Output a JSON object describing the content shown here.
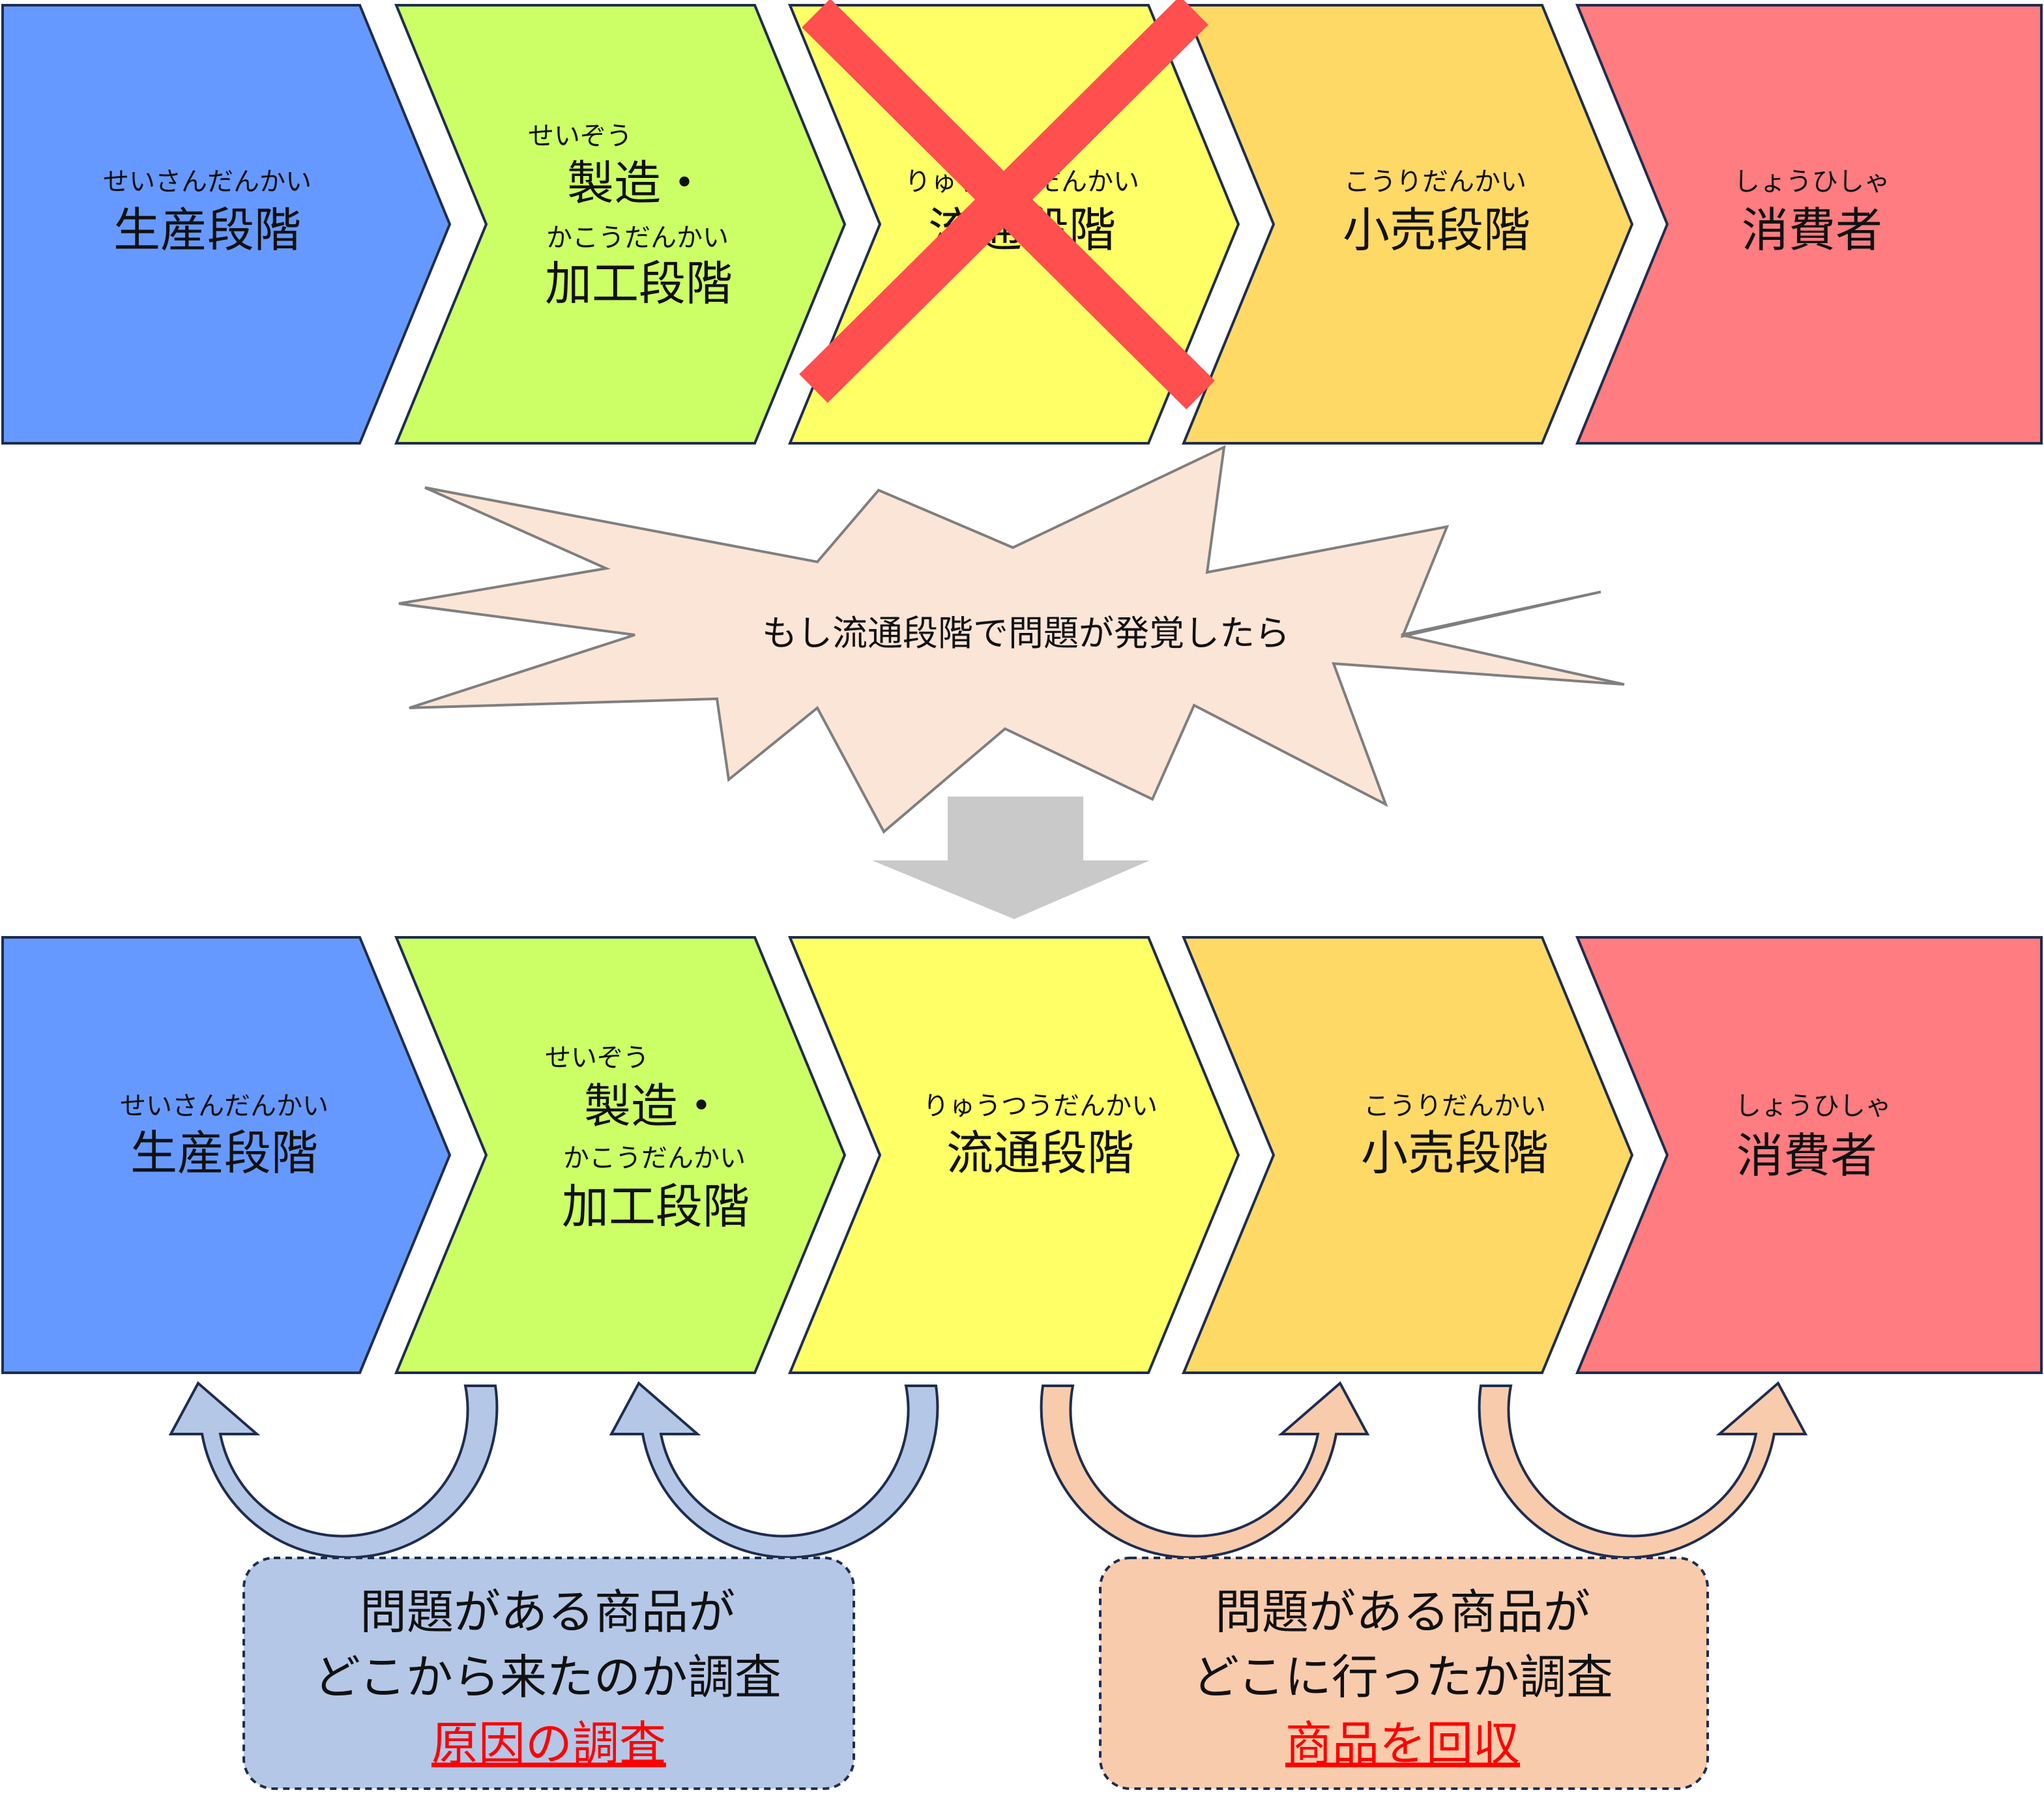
{
  "stages": [
    {
      "ruby1": "せいさんだんかい",
      "label1": "生産段階",
      "ruby2": "",
      "label2": "",
      "color": "#6699ff"
    },
    {
      "ruby1": "せいぞう",
      "label1": "製造・",
      "ruby2": "かこうだんかい",
      "label2": "加工段階",
      "color": "#ccff66"
    },
    {
      "ruby1": "りゅうつうだんかい",
      "label1": "流通段階",
      "ruby2": "",
      "label2": "",
      "color": "#ffff66"
    },
    {
      "ruby1": "こうりだんかい",
      "label1": "小売段階",
      "ruby2": "",
      "label2": "",
      "color": "#ffd966"
    },
    {
      "ruby1": "しょうひしゃ",
      "label1": "消費者",
      "ruby2": "",
      "label2": "",
      "color": "#ff7c80"
    }
  ],
  "burst": {
    "text": "もし流通段階で問題が発覚したら",
    "fill": "#fbe5d6"
  },
  "cross_color": "#ff4f4f",
  "down_arrow_color": "#c9c9c9",
  "arrow_colors": {
    "back": "#b4c7e7",
    "forward": "#f8cbad"
  },
  "boxes": {
    "left": {
      "line1": "問題がある商品が",
      "line2": "どこから来たのか調査",
      "link": "原因の調査",
      "fill": "#b4c7e7"
    },
    "right": {
      "line1": "問題がある商品が",
      "line2": "どこに行ったか調査",
      "link": "商品を回収",
      "fill": "#f8cbad"
    }
  }
}
